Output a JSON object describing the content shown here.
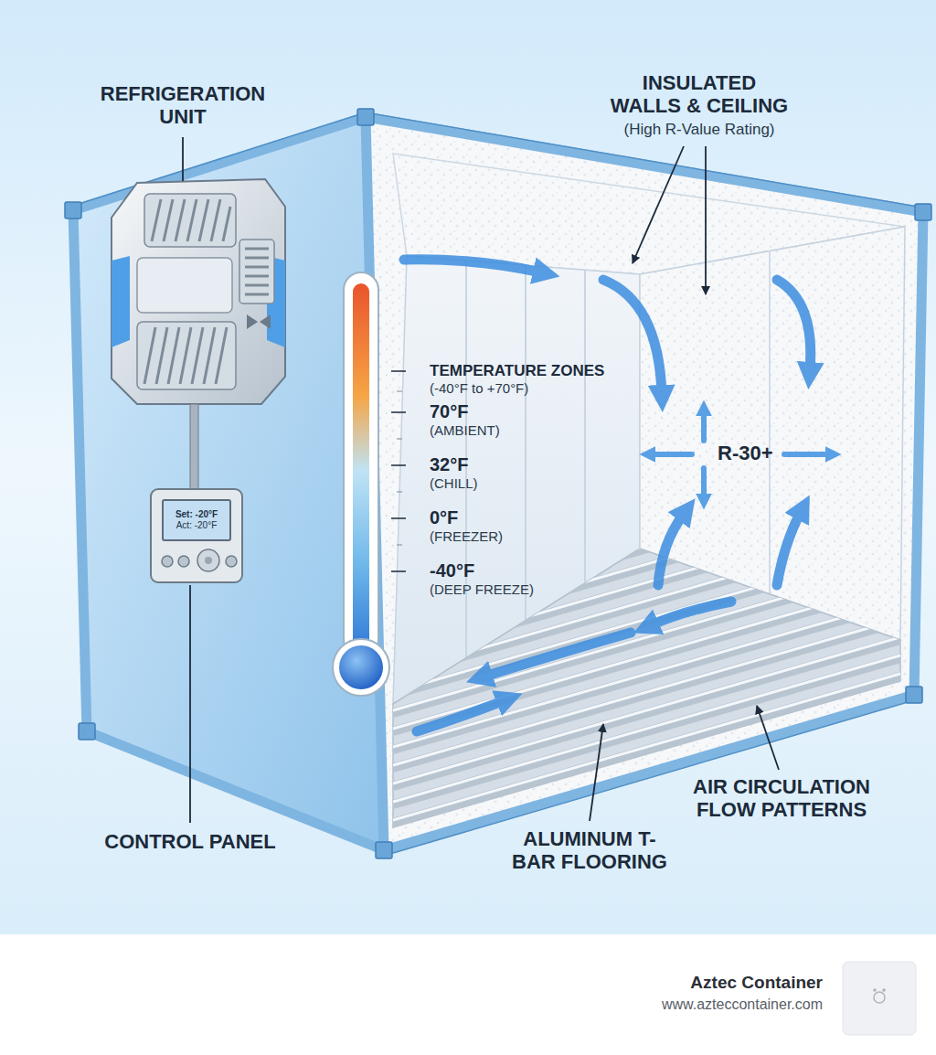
{
  "diagram": {
    "nodes": [
      {
        "text": [
          "Set: -20°F",
          "Act: -20°F"
        ]
      }
    ],
    "labels": [
      "REFRIGERATION UNIT",
      "INSULATED WALLS & CEILING",
      "(High R-Value Rating)",
      "TEMPERATURE ZONES",
      "(-40°F to +70°F)",
      "70°F",
      "(AMBIENT)",
      "32°F",
      "(CHILL)",
      "0°F",
      "(FREEZER)",
      "-40°F",
      "(DEEP FREEZE)",
      "R-30+",
      "AIR CIRCULATION FLOW PATTERNS",
      "ALUMINUM T-BAR FLOORING",
      "CONTROL PANEL",
      "Aztec Container",
      "www.azteccontainer.com"
    ]
  }
}
